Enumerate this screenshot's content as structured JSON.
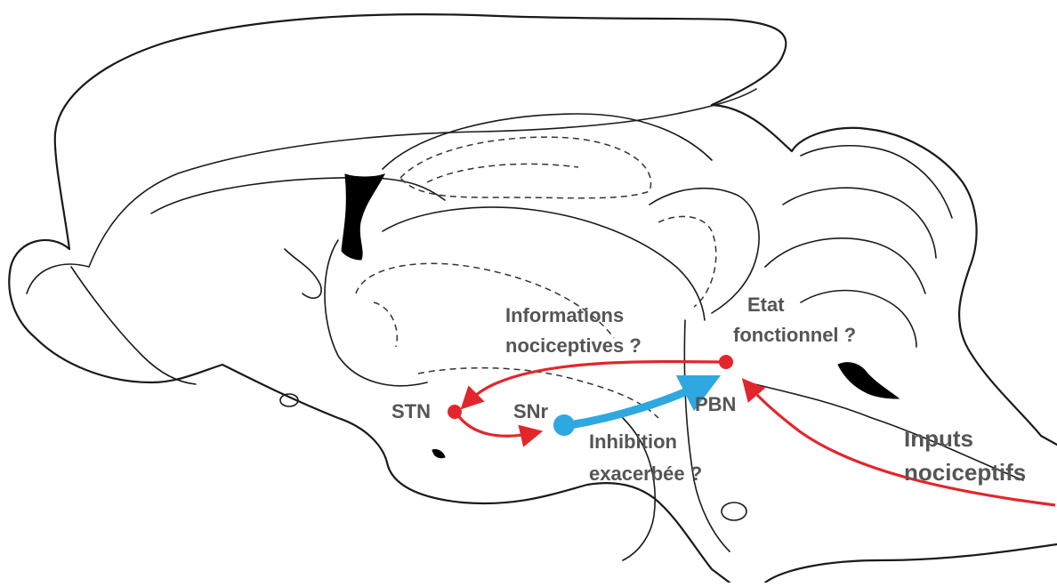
{
  "diagram": {
    "structures": {
      "stn": "STN",
      "snr": "SNr",
      "pbn": "PBN"
    },
    "annotations": {
      "informations_line1": "Informations",
      "informations_line2": "nociceptives ?",
      "etat_line1": "Etat",
      "etat_line2": "fonctionnel ?",
      "inhibition_line1": "Inhibition",
      "inhibition_line2": "exacerbée ?",
      "inputs_line1": "Inputs",
      "inputs_line2": "nociceptifs"
    },
    "colors": {
      "excitatory": "#e3262b",
      "inhibitory": "#2ea8e0",
      "label": "#555555",
      "outline": "#1a1a1a"
    }
  }
}
